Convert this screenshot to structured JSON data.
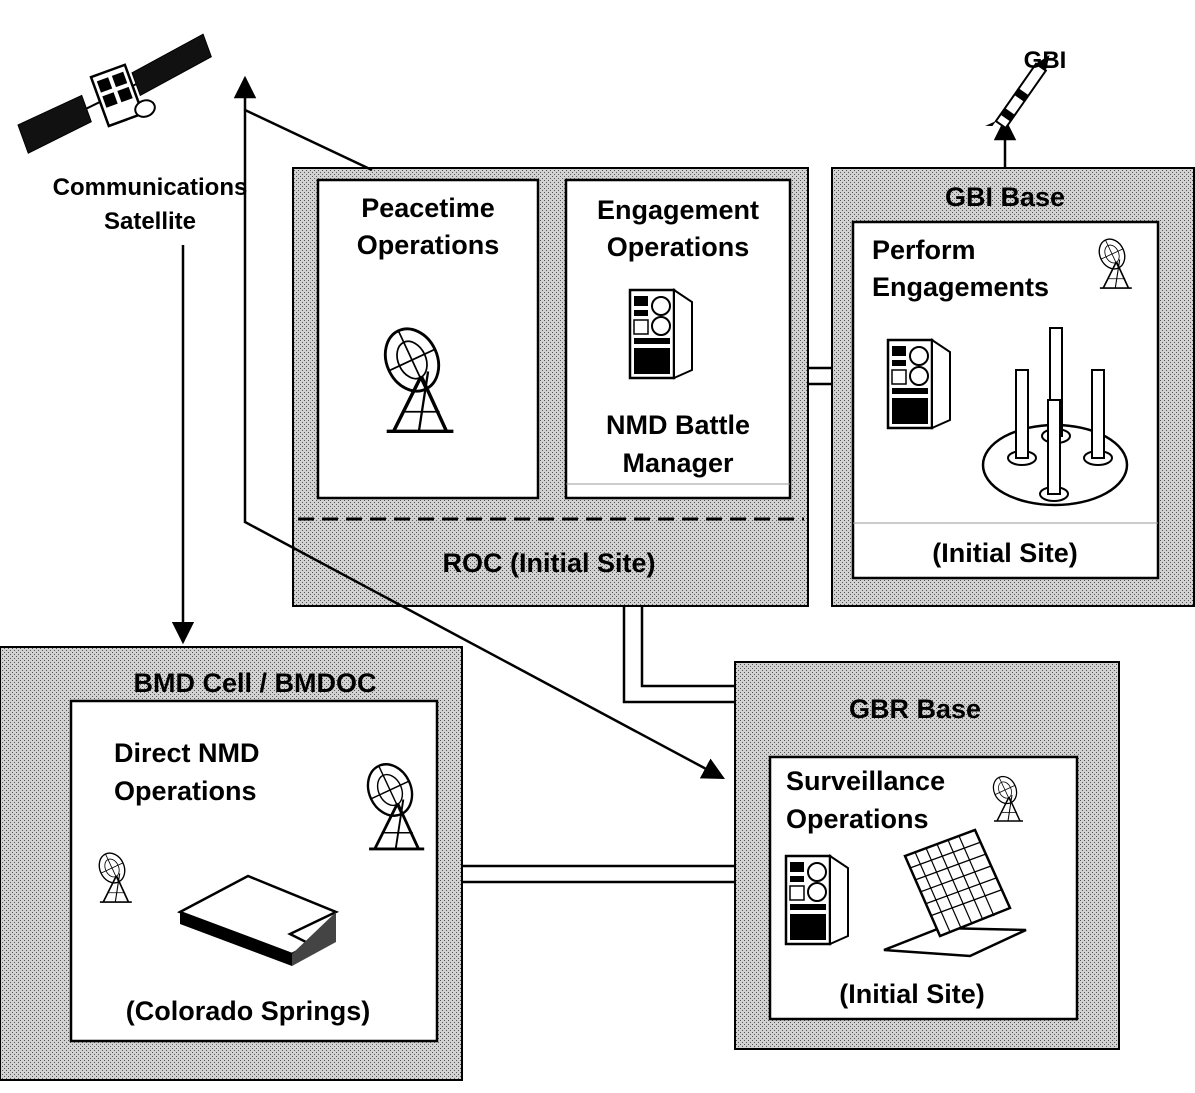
{
  "satellite": {
    "label_line1": "Communications",
    "label_line2": "Satellite"
  },
  "gbi": {
    "label": "GBI"
  },
  "roc": {
    "title": "ROC (Initial Site)",
    "peacetime": {
      "line1": "Peacetime",
      "line2": "Operations"
    },
    "engagement": {
      "line1": "Engagement",
      "line2": "Operations",
      "manager_line1": "NMD Battle",
      "manager_line2": "Manager"
    }
  },
  "gbi_base": {
    "title": "GBI Base",
    "inner": {
      "line1": "Perform",
      "line2": "Engagements",
      "footer": "(Initial Site)"
    }
  },
  "bmd": {
    "title": "BMD Cell / BMDOC",
    "inner": {
      "line1": "Direct NMD",
      "line2": "Operations",
      "footer": "(Colorado Springs)"
    }
  },
  "gbr_base": {
    "title": "GBR Base",
    "inner": {
      "line1": "Surveillance",
      "line2": "Operations",
      "footer": "(Initial Site)"
    }
  },
  "colors": {
    "line": "#000000",
    "panel": "#ffffff",
    "shade": "#b8b8b8"
  }
}
